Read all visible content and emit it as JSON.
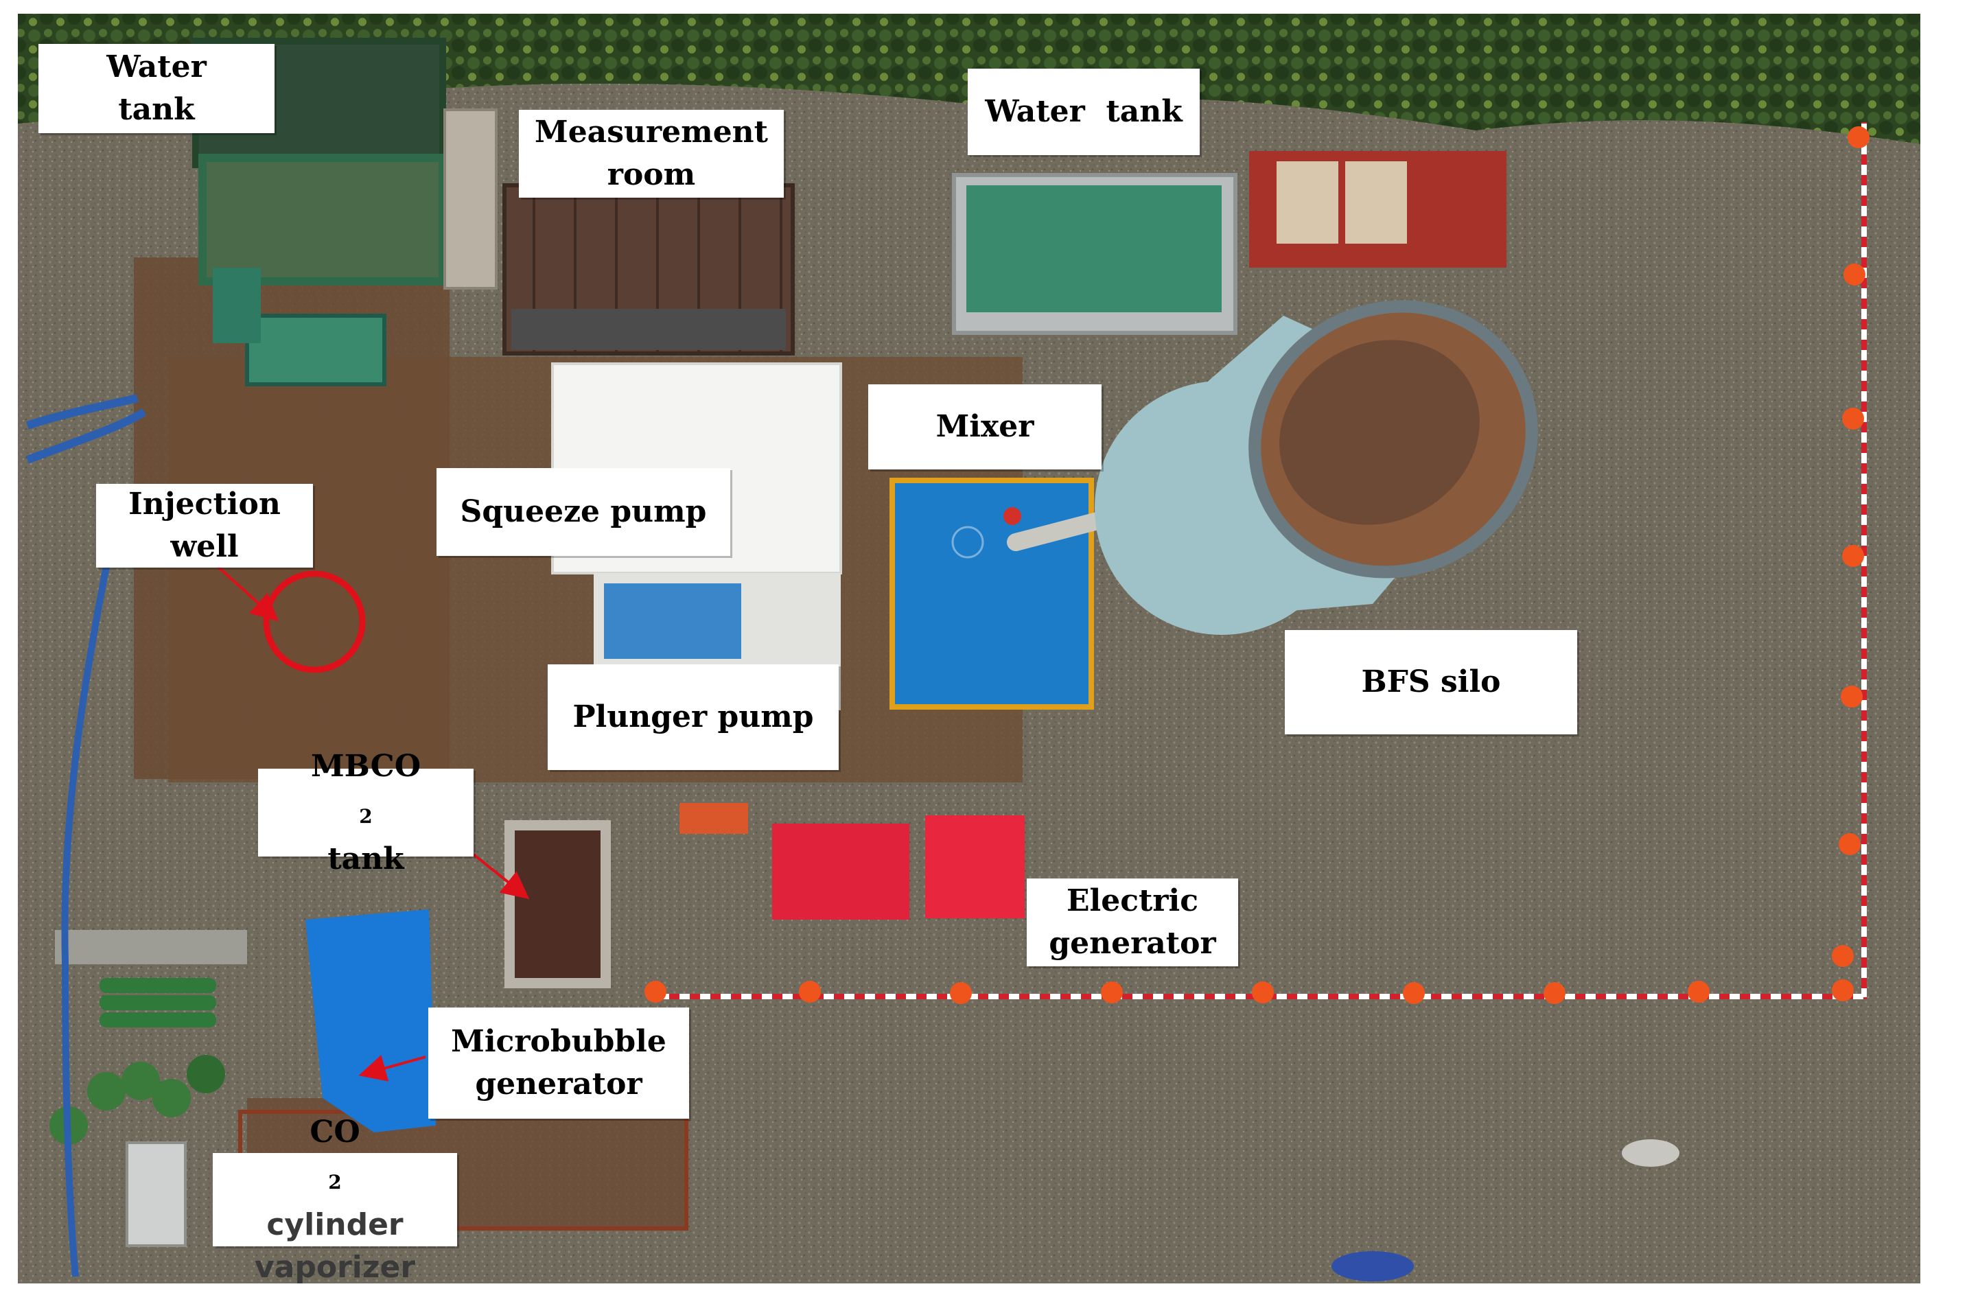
{
  "labels": {
    "water_tank_left": [
      "Water",
      "tank"
    ],
    "measurement_room": [
      "Measurement",
      "room"
    ],
    "water_tank_top": "Water  tank",
    "mixer": "Mixer",
    "injection_well": [
      "Injection",
      "well"
    ],
    "squeeze_pump": "Squeeze pump",
    "bfs_silo": "BFS silo",
    "plunger_pump": "Plunger pump",
    "mbco2_tank": {
      "prefix": "MBCO",
      "sub": "2",
      "line2": "tank"
    },
    "electric_generator": [
      "Electric",
      "generator"
    ],
    "microbubble_generator": [
      "Microbubble",
      "generator"
    ],
    "co2_cylinder_vaporizer": {
      "prefix": "CO",
      "sub": "2",
      "rest": " cylinder",
      "line2": "vaporizer"
    }
  },
  "colors": {
    "ground": "#6f6a5e",
    "trees": "#2f4a22",
    "steel_plate": "#6b4a33",
    "pointer_red": "#e0101a",
    "cone_orange": "#f0541d",
    "tarp_blue": "#1a78d6",
    "tank_water": "#3a8a6e",
    "silo": "#9fc2c9",
    "generator_red": "#e0233a"
  }
}
